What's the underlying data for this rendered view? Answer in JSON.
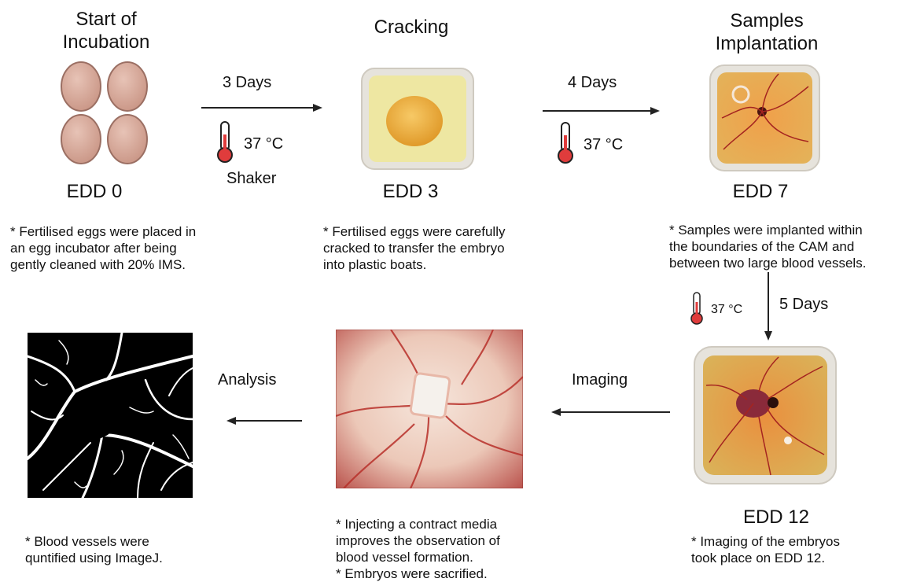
{
  "stages": [
    {
      "title_line1": "Start of",
      "title_line2": "Incubation",
      "edd": "EDD 0",
      "note_lines": [
        "* Fertilised eggs were placed in",
        "an egg incubator after being",
        "gently cleaned with 20% IMS."
      ]
    },
    {
      "title_line1": "Cracking",
      "edd": "EDD 3",
      "note_lines": [
        "* Fertilised eggs were carefully",
        "cracked to transfer the embryo",
        "into plastic boats."
      ]
    },
    {
      "title_line1": "Samples",
      "title_line2": "Implantation",
      "edd": "EDD 7",
      "note_lines": [
        "* Samples were implanted within",
        "the boundaries of the CAM and",
        "between two large blood vessels."
      ]
    },
    {
      "edd": "EDD 12",
      "note_lines": [
        "* Imaging of the embryos",
        "took place on EDD 12."
      ]
    },
    {
      "note_lines": [
        "* Injecting a contract media",
        "improves the observation of",
        "blood vessel formation.",
        "* Embryos were sacrified."
      ]
    },
    {
      "note_lines": [
        "* Blood vessels were",
        "quntified using ImageJ."
      ]
    }
  ],
  "transitions": {
    "t1": {
      "duration": "3 Days",
      "temp": "37 °C",
      "extra": "Shaker"
    },
    "t2": {
      "duration": "4 Days",
      "temp": "37 °C"
    },
    "t3": {
      "duration": "5 Days",
      "temp": "37 °C"
    },
    "imaging": "Imaging",
    "analysis": "Analysis"
  },
  "icons": {
    "egg": "egg-icon",
    "thermometer": "thermometer-icon",
    "arrow": "arrow-icon"
  },
  "colors": {
    "egg_fill": "#d8aa9a",
    "egg_outline": "#9b6f63",
    "thermo_red": "#e03c3c",
    "yolk": "#f2b33a",
    "agar": "#efe9a8",
    "cam_orange": "#e8923c",
    "vessel": "#a52420"
  }
}
